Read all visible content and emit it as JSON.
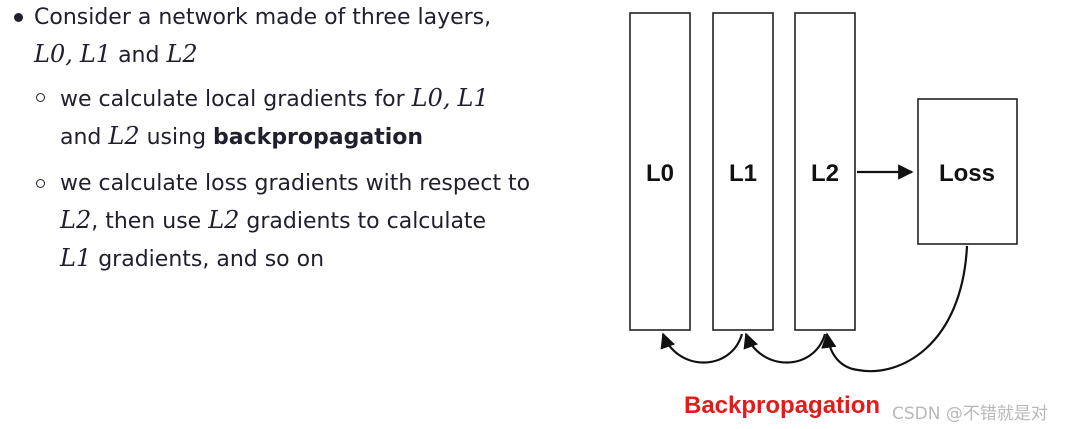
{
  "bullet": {
    "text_before": "Consider a network made of three layers,",
    "layer_a": "L0",
    "sep_a": ",",
    "layer_b": "L1",
    "conj": "and",
    "layer_c": "L2"
  },
  "sub_bullets": [
    {
      "text_1": "we calculate local gradients for",
      "layer_a": "L0",
      "sep": ",",
      "layer_b": "L1",
      "text_2": "and",
      "layer_c": "L2",
      "text_3": "using",
      "bold": "backpropagation"
    },
    {
      "text_1": "we calculate loss gradients with respect to",
      "layer_a": "L2",
      "text_2": ", then use",
      "layer_b": "L2",
      "text_3": "gradients to calculate",
      "layer_c": "L1",
      "text_4": "gradients, and so on"
    }
  ],
  "diagram": {
    "layers": [
      "L0",
      "L1",
      "L2"
    ],
    "loss_label": "Loss",
    "backprop_label": "Backpropagation",
    "backprop_color": "#e31b1b"
  },
  "watermark": "CSDN @不错就是对"
}
